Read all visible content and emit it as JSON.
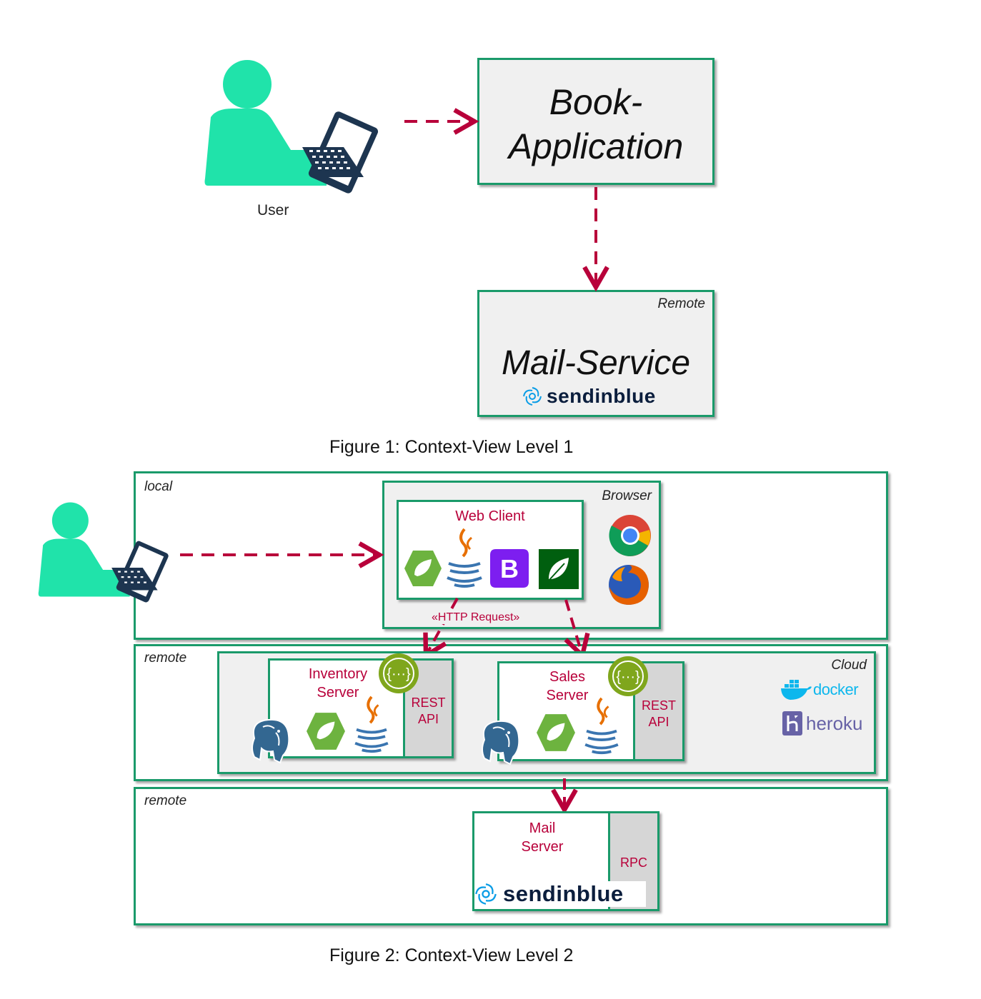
{
  "figure1": {
    "user_label": "User",
    "book_app": {
      "line1": "Book-",
      "line2": "Application"
    },
    "mail_service": {
      "tag": "Remote",
      "title": "Mail-Service",
      "brand": "sendinblue"
    },
    "caption": "Figure 1: Context-View Level 1"
  },
  "figure2": {
    "zone_local": "local",
    "zone_remote1": "remote",
    "zone_remote2": "remote",
    "browser": {
      "tag": "Browser",
      "web_client": "Web Client"
    },
    "http_request": "«HTTP Request»",
    "cloud": {
      "tag": "Cloud",
      "docker": "docker",
      "heroku": "heroku"
    },
    "inventory": {
      "line1": "Inventory",
      "line2": "Server",
      "api1": "REST",
      "api2": "API"
    },
    "sales": {
      "line1": "Sales",
      "line2": "Server",
      "api1": "REST",
      "api2": "API"
    },
    "mail": {
      "line1": "Mail",
      "line2": "Server",
      "api": "RPC",
      "brand": "sendinblue"
    },
    "caption": "Figure 2: Context-View Level 2"
  },
  "colors": {
    "border": "#1a9a6a",
    "arrow": "#b8003a",
    "person": "#20e3aa",
    "laptop": "#1d3550"
  }
}
